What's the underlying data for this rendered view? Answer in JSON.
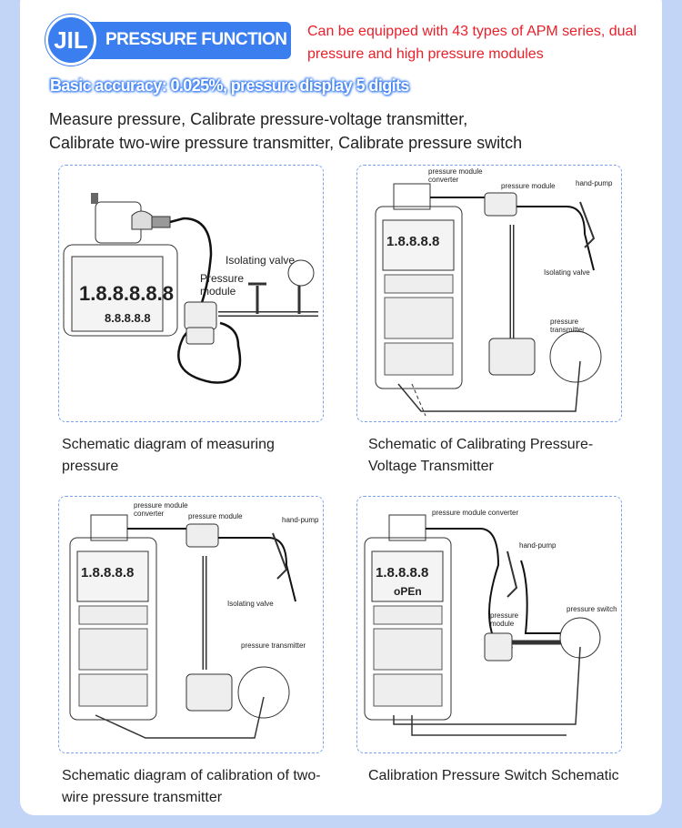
{
  "header": {
    "logo_text": "JIL",
    "badge": "PRESSURE FUNCTION",
    "note": "Can be equipped with 43 types of APM series, dual pressure and high pressure modules"
  },
  "accuracy": "Basic accuracy: 0.025%, pressure display 5 digits",
  "description": [
    "Measure pressure, Calibrate pressure-voltage transmitter,",
    "Calibrate two-wire pressure transmitter, Calibrate pressure switch"
  ],
  "diagrams": [
    {
      "caption": "Schematic diagram of measuring pressure",
      "labels": {
        "valve": "Isolating valve",
        "module1": "Pressure",
        "module2": "module",
        "lcd": "1.8.8.8.8.8",
        "lcd2": "8.8.8.8.8"
      }
    },
    {
      "caption": "Schematic of Calibrating Pressure-Voltage Transmitter",
      "labels": {
        "converter1": "pressure module",
        "converter2": "converter",
        "module": "pressure module",
        "pump": "hand-pump",
        "valve": "Isolating valve",
        "transmitter1": "pressure",
        "transmitter2": "transmitter"
      }
    },
    {
      "caption": "Schematic diagram of calibration of two-wire pressure transmitter",
      "labels": {
        "converter1": "pressure module",
        "converter2": "converter",
        "module": "pressure module",
        "pump": "hand-pump",
        "valve": "Isolating valve",
        "transmitter": "pressure transmitter"
      }
    },
    {
      "caption": "Calibration Pressure Switch Schematic",
      "labels": {
        "converter": "pressure module converter",
        "pump": "hand-pump",
        "module1": "pressure",
        "module2": "module",
        "switch": "pressure switch",
        "lcd": "oPEn"
      }
    }
  ]
}
